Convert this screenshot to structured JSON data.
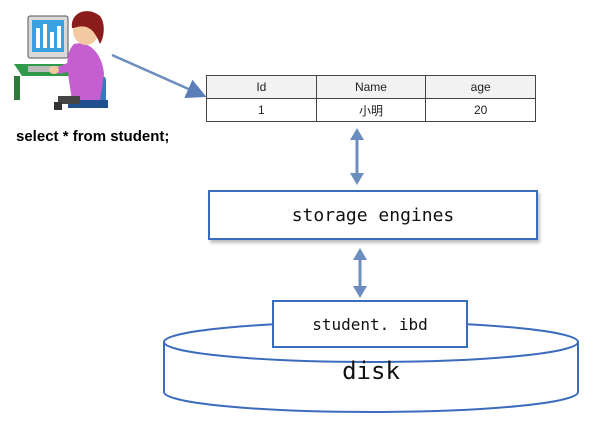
{
  "query": "select * from student;",
  "result_table": {
    "headers": [
      "Id",
      "Name",
      "age"
    ],
    "rows": [
      [
        "1",
        "小明",
        "20"
      ]
    ]
  },
  "storage_engine_label": "storage engines",
  "file_label": "student. ibd",
  "disk_label": "disk",
  "colors": {
    "box_border": "#3b6bbd",
    "arrow": "#6c8ebf",
    "disk_fill": "#ffffff"
  }
}
